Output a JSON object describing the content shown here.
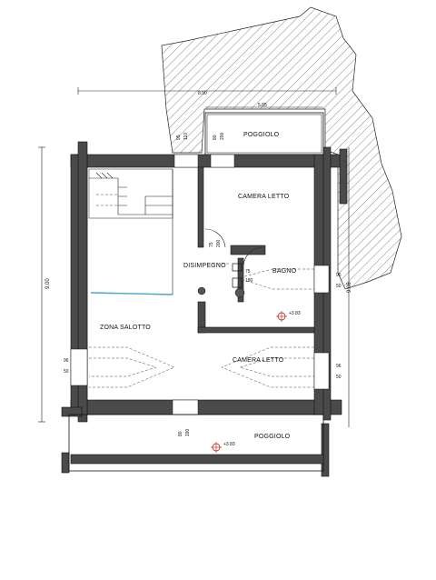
{
  "rooms": {
    "poggiolo_top": "POGGIOLO",
    "camera_letto_top": "CAMERA LETTO",
    "disimpegno": "DISIMPEGNO",
    "bagno": "BAGNO",
    "zona_salotto": "ZONA SALOTTO",
    "camera_letto_bottom": "CAMERA LETTO",
    "poggiolo_bottom": "POGGIOLO"
  },
  "dimensions": {
    "overall_width": "8.90",
    "balcony_width": "5.85",
    "overall_height": "9.00",
    "right_height": "9.06",
    "win_top_left_a": "95",
    "win_top_left_b": "110",
    "win_top_mid_a": "80",
    "win_top_mid_b": "200",
    "door_a": "75",
    "door_b": "200",
    "bagno_door_a": "75",
    "bagno_door_b": "180",
    "bagno_win_a": "96",
    "bagno_win_b": "50",
    "left_win_a": "96",
    "left_win_b": "50",
    "right_win_a": "96",
    "right_win_b": "50",
    "bottom_door_a": "80",
    "bottom_door_b": "190"
  },
  "levels": {
    "upper": "+3.83",
    "lower": "+3.83"
  }
}
